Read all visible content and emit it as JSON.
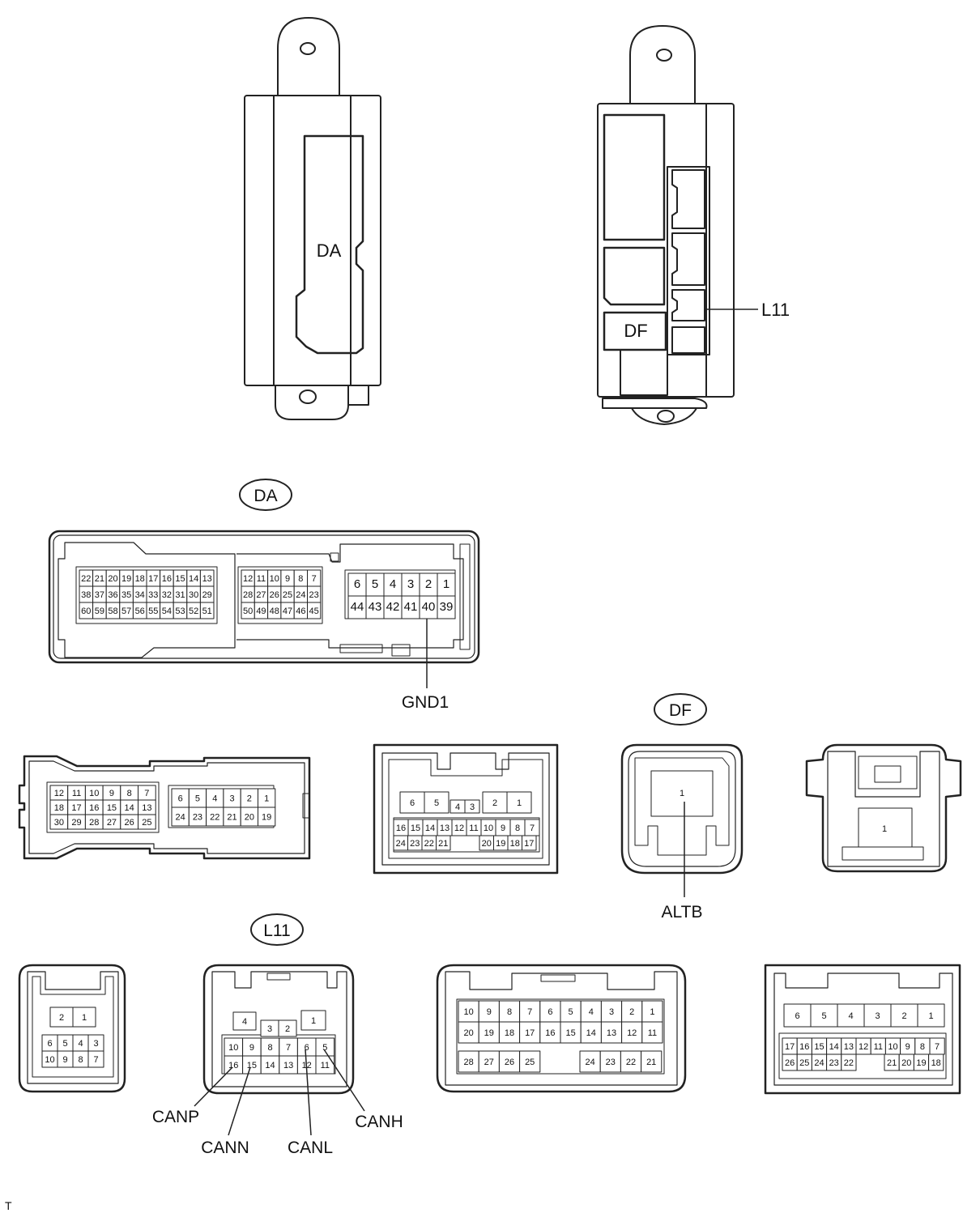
{
  "blocks": {
    "left_label": "DA",
    "right_label_df": "DF",
    "right_label_l11": "L11"
  },
  "captions": {
    "da": "DA",
    "df": "DF",
    "l11": "L11"
  },
  "signals": {
    "gnd1": "GND1",
    "altb": "ALTB",
    "canp": "CANP",
    "cann": "CANN",
    "canl": "CANL",
    "canh": "CANH"
  },
  "connectors": {
    "da_a_rows": [
      [
        "22",
        "21",
        "20",
        "19",
        "18",
        "17",
        "16",
        "15",
        "14",
        "13"
      ],
      [
        "38",
        "37",
        "36",
        "35",
        "34",
        "33",
        "32",
        "31",
        "30",
        "29"
      ],
      [
        "60",
        "59",
        "58",
        "57",
        "56",
        "55",
        "54",
        "53",
        "52",
        "51"
      ]
    ],
    "da_b_rows": [
      [
        "12",
        "11",
        "10",
        "9",
        "8",
        "7"
      ],
      [
        "28",
        "27",
        "26",
        "25",
        "24",
        "23"
      ],
      [
        "50",
        "49",
        "48",
        "47",
        "46",
        "45"
      ]
    ],
    "da_c_rows": [
      [
        "6",
        "5",
        "4",
        "3",
        "2",
        "1"
      ],
      [
        "44",
        "43",
        "42",
        "41",
        "40",
        "39"
      ]
    ],
    "c1_left_rows": [
      [
        "12",
        "11",
        "10",
        "9",
        "8",
        "7"
      ],
      [
        "18",
        "17",
        "16",
        "15",
        "14",
        "13"
      ],
      [
        "30",
        "29",
        "28",
        "27",
        "26",
        "25"
      ]
    ],
    "c1_right_rows": [
      [
        "6",
        "5",
        "4",
        "3",
        "2",
        "1"
      ],
      [
        "24",
        "23",
        "22",
        "21",
        "20",
        "19"
      ]
    ],
    "c2_top": [
      "6",
      "5",
      "4",
      "3",
      "2",
      "1"
    ],
    "c2_row1": [
      "16",
      "15",
      "14",
      "13",
      "12",
      "11",
      "10",
      "9",
      "8",
      "7"
    ],
    "c2_row2_left": [
      "24",
      "23",
      "22",
      "21"
    ],
    "c2_row2_right": [
      "20",
      "19",
      "18",
      "17"
    ],
    "df_pin": "1",
    "c4_pin": "1",
    "c5_top": [
      "2",
      "1"
    ],
    "c5_rows": [
      [
        "6",
        "5",
        "4",
        "3"
      ],
      [
        "10",
        "9",
        "8",
        "7"
      ]
    ],
    "l11_top": [
      "4",
      "3",
      "2",
      "1"
    ],
    "l11_row1": [
      "10",
      "9",
      "8",
      "7",
      "6",
      "5"
    ],
    "l11_row2": [
      "16",
      "15",
      "14",
      "13",
      "12",
      "11"
    ],
    "c7_rows": [
      [
        "10",
        "9",
        "8",
        "7",
        "6",
        "5",
        "4",
        "3",
        "2",
        "1"
      ],
      [
        "20",
        "19",
        "18",
        "17",
        "16",
        "15",
        "14",
        "13",
        "12",
        "11"
      ]
    ],
    "c7_row3_left": [
      "28",
      "27",
      "26",
      "25"
    ],
    "c7_row3_right": [
      "24",
      "23",
      "22",
      "21"
    ],
    "c8_top": [
      "6",
      "5",
      "4",
      "3",
      "2",
      "1"
    ],
    "c8_row1": [
      "17",
      "16",
      "15",
      "14",
      "13",
      "12",
      "11",
      "10",
      "9",
      "8",
      "7"
    ],
    "c8_row2_left": [
      "26",
      "25",
      "24",
      "23",
      "22"
    ],
    "c8_row2_right": [
      "21",
      "20",
      "19",
      "18"
    ]
  },
  "corner_mark": "T"
}
